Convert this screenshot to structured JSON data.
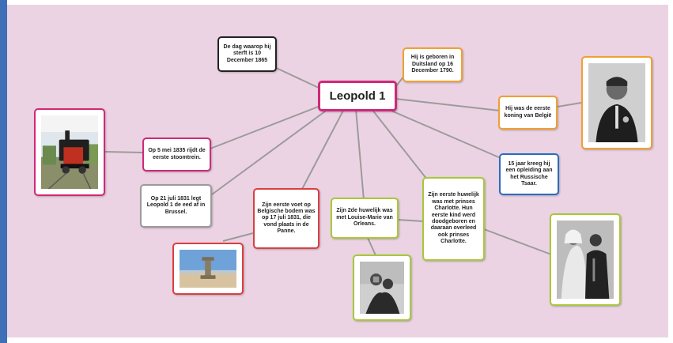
{
  "mindmap": {
    "center": "Leopold 1",
    "nodes": {
      "death": "De dag waarop hij sterft is 10 December 1865",
      "born": "Hij is geboren in Duitsland op 16 December 1790.",
      "first_king": "Hij was de eerste koning van België",
      "steamtrain": "Op 5 mei 1835 rijdt de eerste stoomtrein.",
      "oath": "Op 21 juli 1831 legt Leopold 1 de eed af in Brussel.",
      "arrival": "Zijn eerste voet op Belgische bodem was op 17 juli 1831, die vond plaats in de Panne.",
      "second_marriage": "Zijn 2de huwelijk was met Louise-Marie van Orleans.",
      "first_marriage": "Zijn eerste huwelijk was met prinses Charlotte. Hun eerste kind werd doodgeboren en daaraan overleed ook prinses Charlotte.",
      "education": "15 jaar kreeg hij een opleiding aan het Russische Tsaar."
    },
    "colors": {
      "background": "#ecd3e3",
      "center_border": "#d0287a",
      "black": "#222222",
      "orange": "#f0a030",
      "magenta": "#d0287a",
      "gray": "#9a9a9a",
      "red": "#d94040",
      "lime": "#a8c838",
      "blue": "#2a6cc0"
    }
  }
}
